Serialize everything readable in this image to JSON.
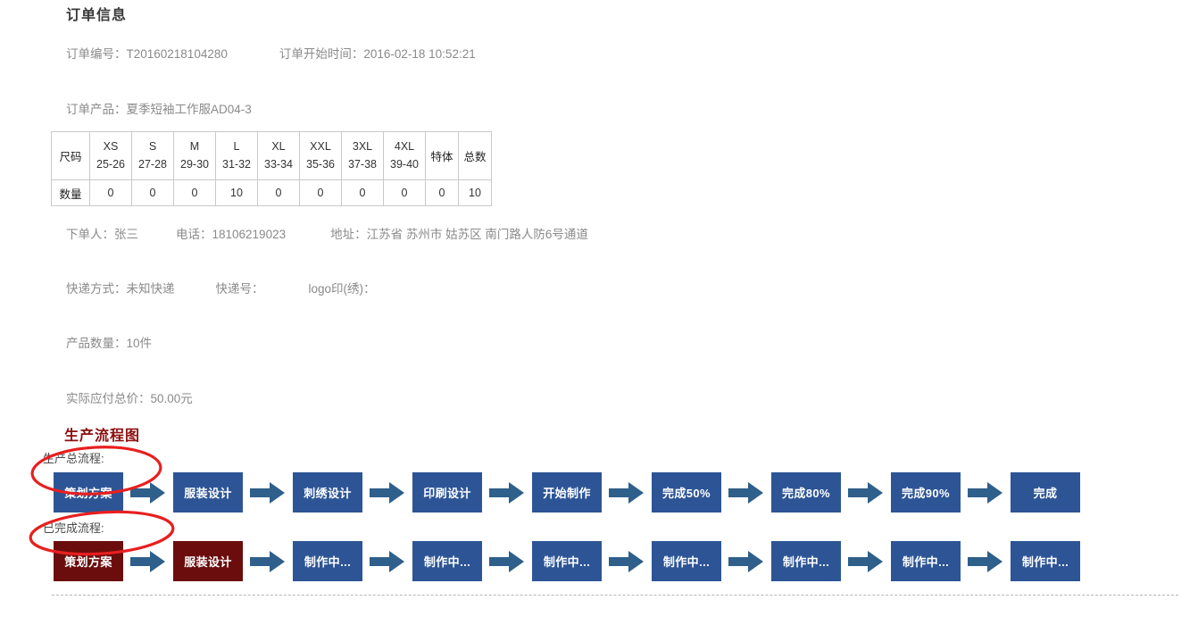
{
  "order": {
    "section_title": "订单信息",
    "order_no_label": "订单编号：",
    "order_no_value": "T20160218104280",
    "start_time_label": "订单开始时间：",
    "start_time_value": "2016-02-18 10:52:21",
    "product_label": "订单产品：",
    "product_value": "夏季短袖工作服AD04-3",
    "customer_label": "下单人：",
    "customer_value": "张三",
    "phone_label": "电话：",
    "phone_value": "18106219023",
    "address_label": "地址：",
    "address_value": "江苏省 苏州市 姑苏区 南门路人防6号通道",
    "express_label": "快递方式：",
    "express_value": "未知快递",
    "express_no_label": "快递号：",
    "express_no_value": "",
    "logo_print_label": "logo印(绣)：",
    "logo_print_value": "",
    "quantity_label": "产品数量：",
    "quantity_value": "10件",
    "total_price_label": "实际应付总价：",
    "total_price_value": "50.00元"
  },
  "size_table": {
    "row_header_size": "尺码",
    "row_header_qty": "数量",
    "columns": [
      {
        "name": "XS",
        "range": "25-26"
      },
      {
        "name": "S",
        "range": "27-28"
      },
      {
        "name": "M",
        "range": "29-30"
      },
      {
        "name": "L",
        "range": "31-32"
      },
      {
        "name": "XL",
        "range": "33-34"
      },
      {
        "name": "XXL",
        "range": "35-36"
      },
      {
        "name": "3XL",
        "range": "37-38"
      },
      {
        "name": "4XL",
        "range": "39-40"
      }
    ],
    "special_label": "特体",
    "total_label": "总数",
    "quantities": [
      "0",
      "0",
      "0",
      "10",
      "0",
      "0",
      "0",
      "0"
    ],
    "special_quantity": "0",
    "total_quantity": "10"
  },
  "flow": {
    "heading": "生产流程图",
    "total_label": "生产总流程:",
    "done_label": "已完成流程:",
    "total_steps": [
      {
        "label": "策划方案",
        "state": "pending"
      },
      {
        "label": "服装设计",
        "state": "pending"
      },
      {
        "label": "刺绣设计",
        "state": "pending"
      },
      {
        "label": "印刷设计",
        "state": "pending"
      },
      {
        "label": "开始制作",
        "state": "pending"
      },
      {
        "label": "完成50%",
        "state": "pending"
      },
      {
        "label": "完成80%",
        "state": "pending"
      },
      {
        "label": "完成90%",
        "state": "pending"
      },
      {
        "label": "完成",
        "state": "pending"
      }
    ],
    "done_steps": [
      {
        "label": "策划方案",
        "state": "done"
      },
      {
        "label": "服装设计",
        "state": "done"
      },
      {
        "label": "制作中...",
        "state": "pending"
      },
      {
        "label": "制作中...",
        "state": "pending"
      },
      {
        "label": "制作中...",
        "state": "pending"
      },
      {
        "label": "制作中...",
        "state": "pending"
      },
      {
        "label": "制作中...",
        "state": "pending"
      },
      {
        "label": "制作中...",
        "state": "pending"
      },
      {
        "label": "制作中...",
        "state": "pending"
      }
    ]
  },
  "colors": {
    "box_pending": "#2d5596",
    "box_done": "#6b0d0d",
    "arrow": "#2f5f8b",
    "annotation_red": "#e81f1f",
    "heading_red": "#8d0e0e"
  }
}
